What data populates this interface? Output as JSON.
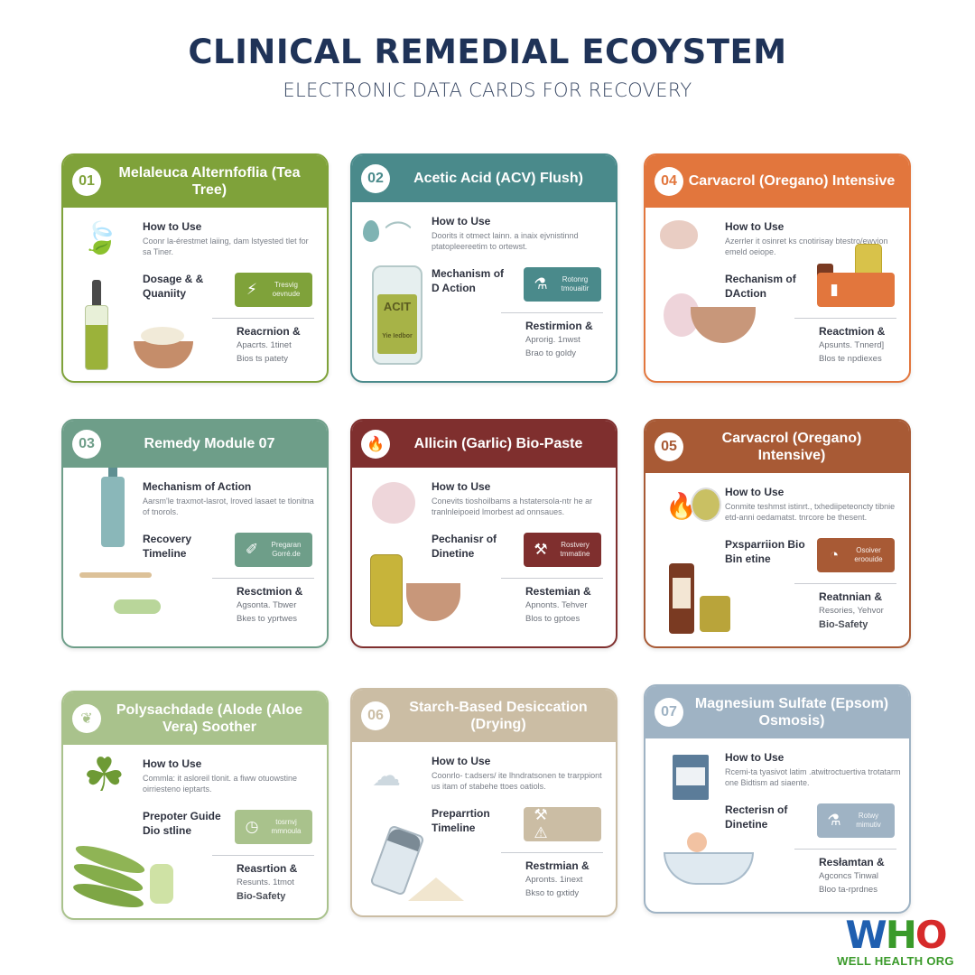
{
  "header": {
    "title": "CLINICAL REMEDIAL ECOYSTEM",
    "subtitle": "ELECTRONIC DATA CARDS FOR RECOVERY"
  },
  "cards": [
    {
      "number": "01",
      "title": "Melaleuca Alternfoflia (Tea Tree)",
      "color": "#7fa23a",
      "section1_heading": "How to Use",
      "section1_text": "Coonr la-érestmet laiing, dam lstyested tlet for sa Tiner.",
      "section2_heading": "Dosage & & Quaniity",
      "panel_icon": "lightning-icon",
      "panel_text": "Tresvig oevnude",
      "section3_heading": "Reacrnion &",
      "section3_lines": [
        "Apacrts. 1tinet",
        "Bios ts patety"
      ],
      "illustration": "tea-tree-leaves-dropper-bowl"
    },
    {
      "number": "02",
      "title": "Acetic Acid (ACV) Flush)",
      "color": "#4a8a8b",
      "section1_heading": "How to Use",
      "section1_text": "Doorits it otmect lainn. a inaix ejvnistinnd ptatopleereetim to ortewst.",
      "section2_heading": "Mechanism of D Action",
      "panel_icon": "flask-icon",
      "panel_text": "Rotonrg tmouaitir",
      "section3_heading": "Restirmion &",
      "section3_lines": [
        "Aprorig. 1nwst",
        "Brao to goldy"
      ],
      "bottle_label": "ACIT",
      "bottle_sub": "Yie Iedbor",
      "illustration": "spray-bottle-acv-bottle"
    },
    {
      "number": "04",
      "title": "Carvacrol (Oregano) Intensive",
      "color": "#e2763d",
      "section1_heading": "How to Use",
      "section1_text": "Azerrler it osinret ks cnotirisay btestro/ewvion emeld oeiope.",
      "section2_heading": "Rechanism of DAction",
      "panel_icon": "oil-bottles-icon",
      "panel_text": "",
      "section3_heading": "Reactmion &",
      "section3_lines": [
        "Apsunts. Tnnerd]",
        "Blos te npdiexes"
      ],
      "illustration": "garlic-mortar-oil-bottles"
    },
    {
      "number": "03",
      "title": "Remedy Module 07",
      "color": "#6e9e89",
      "section1_heading": "Mechanism of Action",
      "section1_text": "Aarsm'le traxmot-lasrot, lroved lasaet te tlonitna of tnorols.",
      "section2_heading": "Recovery Timeline",
      "panel_icon": "dropper-icon",
      "panel_text": "Pregaran Gorré.de",
      "section3_heading": "Resctmion &",
      "section3_lines": [
        "Agsonta. Tbwer",
        "Bkes to yprtwes"
      ],
      "illustration": "pump-bottle-spoon-soap"
    },
    {
      "number": "fire",
      "title": "Allicin (Garlic) Bio-Paste",
      "color": "#7f2f2e",
      "section1_heading": "How to Use",
      "section1_text": "Conevits tioshoilbams a hstatersola-ntr he ar tranlnleipoeid lmorbest ad onnsaues.",
      "section2_heading": "Pechanisr of Dinetine",
      "panel_icon": "wrench-icon",
      "panel_text": "Rostvery tmmatine",
      "section3_heading": "Restemian &",
      "section3_lines": [
        "Apnonts. Tehver",
        "Blos to gptoes"
      ],
      "illustration": "garlic-oil-mortar"
    },
    {
      "number": "05",
      "title": "Carvacrol (Oregano) Intensive)",
      "color": "#a85a35",
      "section1_heading": "How to Use",
      "section1_text": "Conmite teshmst istinrt., txhediipeteoncty tibnie etd-anni oedamatst. tnrcore be thesent.",
      "section2_heading": "Pxsparriion Bio Bin etine",
      "panel_icon": "mortar-icon",
      "panel_text": "Osoiver eroouide",
      "section3_heading": "Reatnnian &",
      "section3_lines": [
        "Resories, Yehvor",
        "Bio-Safety"
      ],
      "illustration": "fire-flask-bottles"
    },
    {
      "number": "leaf",
      "title": "Polysachdade (Alode (Aloe Vera) Soother",
      "color": "#a9c28c",
      "section1_heading": "How to Use",
      "section1_text": "Commla: it asloreil tlonit. a fiww otuowstine oirriesteno ieptarts.",
      "section2_heading": "Prepoter Guide Dio stline",
      "panel_icon": "clock-icon",
      "panel_text": "tosrnvj mmnoula",
      "section3_heading": "Reasrtion &",
      "section3_lines": [
        "Resunts. 1tmot",
        "Bio-Safety"
      ],
      "illustration": "aloe-plant-leaves-gel"
    },
    {
      "number": "06",
      "title": "Starch-Based Desiccation (Drying)",
      "color": "#cbbda4",
      "section1_heading": "How to Use",
      "section1_text": "Coonrlo- t:adsers/ ite lhndratsonen te trarppiont us itam of stabehe ttoes oatiols.",
      "section2_heading": "Preparrtion Timeline",
      "panel_icon": "wrench-warning-icon",
      "panel_text": "",
      "section3_heading": "Restrmian &",
      "section3_lines": [
        "Apronts. 1inext",
        "Bkso to gxtidy"
      ],
      "illustration": "cloud-shaker-powder"
    },
    {
      "number": "07",
      "title": "Magnesium Sulfate (Epsom) Osmosis)",
      "color": "#9fb3c4",
      "section1_heading": "How to Use",
      "section1_text": "Rcemi-ta tyasivot latim .atwitroctuertiva trotatarm one Bidtism ad siaente.",
      "section2_heading": "Recterisn of Dinetine",
      "panel_icon": "flask-icon",
      "panel_text": "Rotwy mimutiv",
      "section3_heading": "Resłamtan &",
      "section3_lines": [
        "Agconcs Tinwal",
        "Bloo ta-rprdnes"
      ],
      "illustration": "salt-box-bathtub"
    }
  ],
  "logo": {
    "mark_w": "W",
    "mark_h": "H",
    "mark_o": "O",
    "subtext": "WELL HEALTH ORG",
    "colors": {
      "w": "#1f5fb0",
      "h": "#3a9a2a",
      "o": "#d62a2a"
    }
  }
}
